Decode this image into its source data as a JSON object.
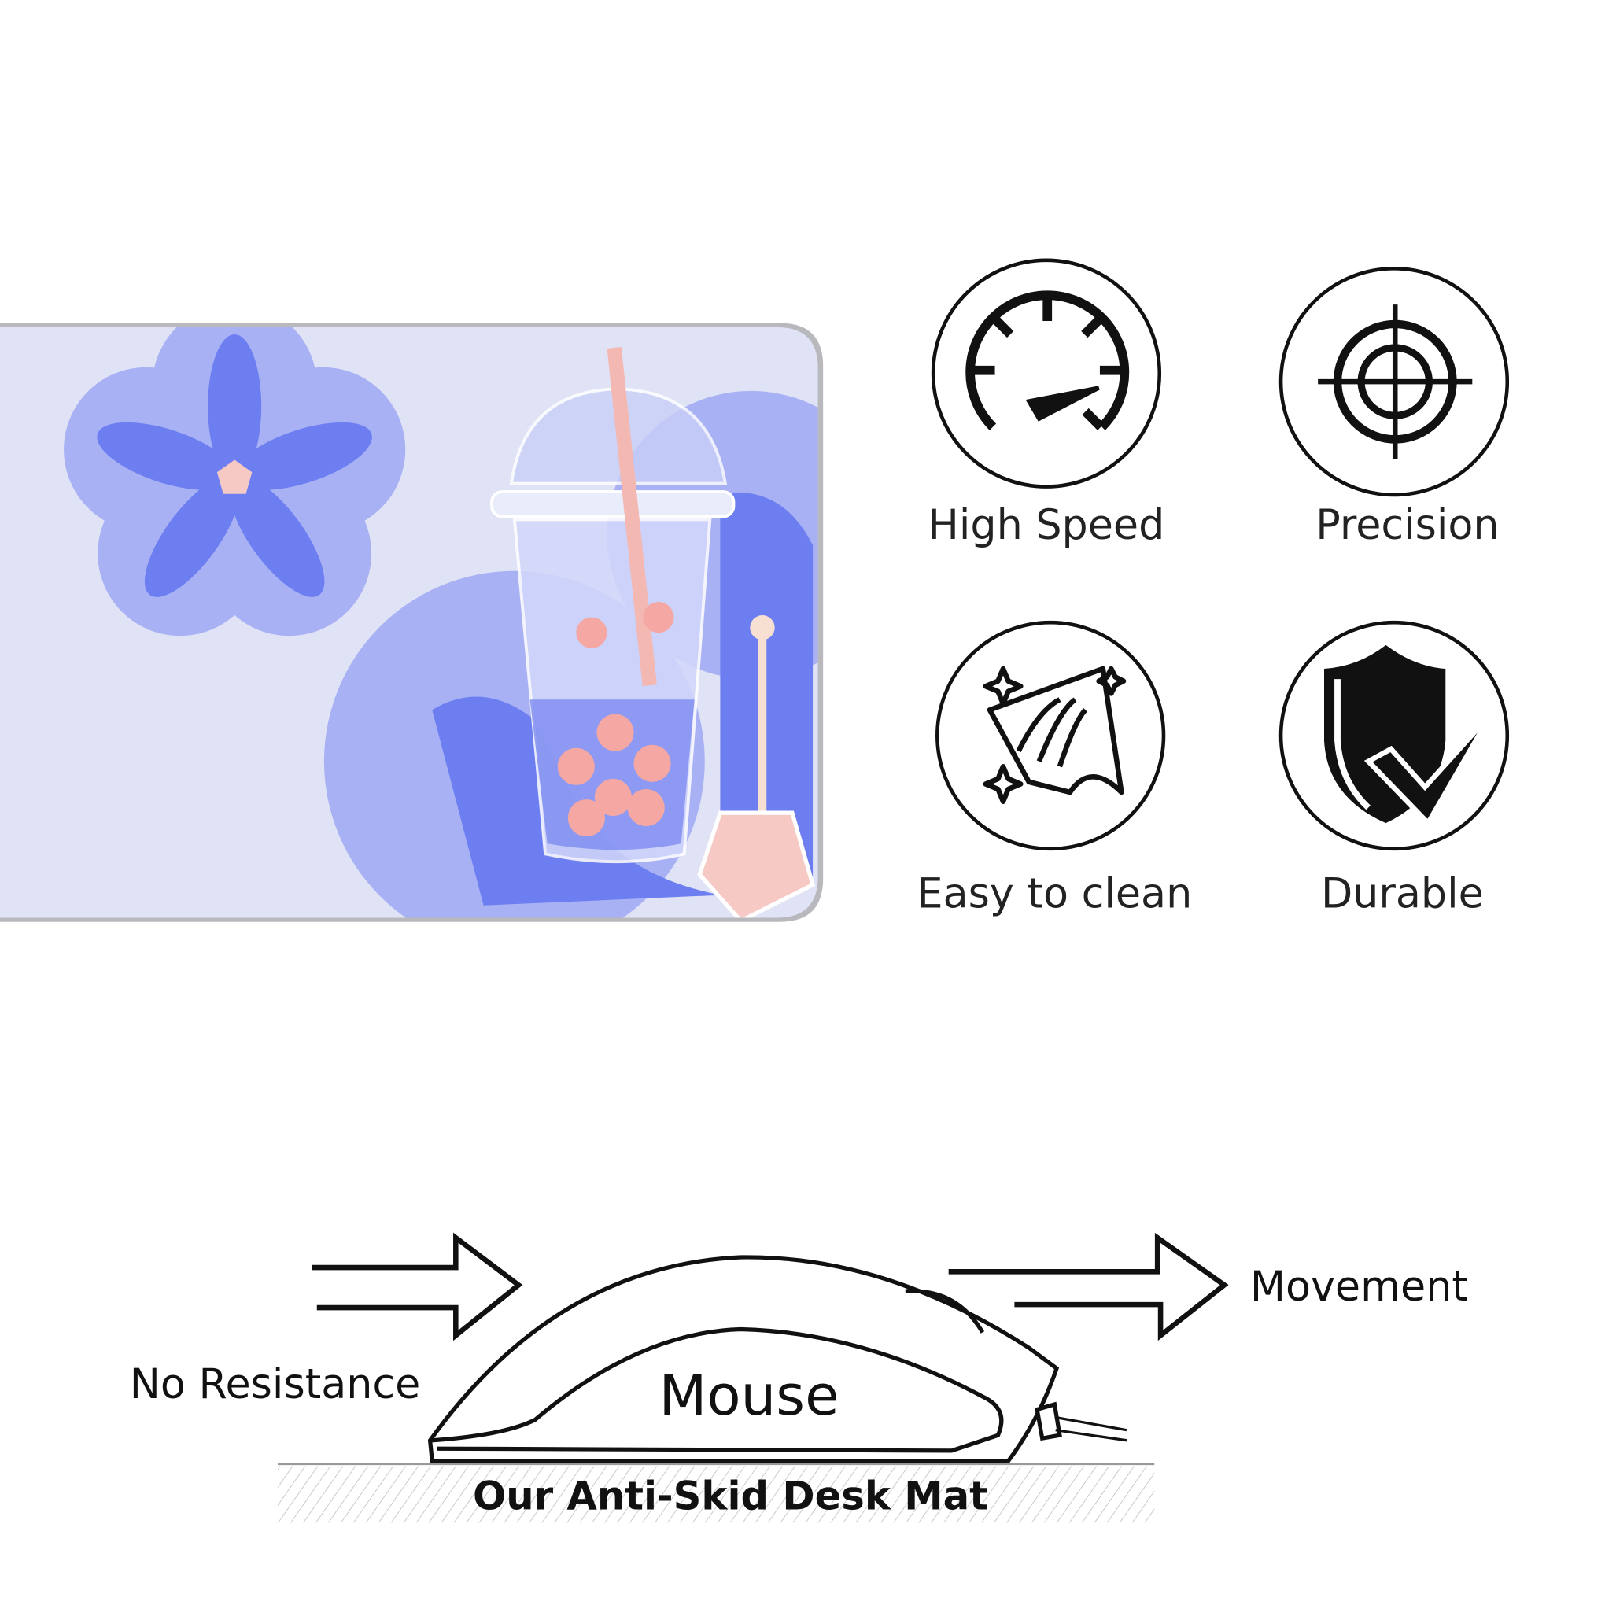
{
  "features": [
    {
      "label": "High Speed",
      "icon": "speedometer-icon"
    },
    {
      "label": "Precision",
      "icon": "crosshair-icon"
    },
    {
      "label": "Easy to clean",
      "icon": "wiping-hand-icon"
    },
    {
      "label": "Durable",
      "icon": "shield-check-icon"
    }
  ],
  "diagram": {
    "movement_label": "Movement",
    "no_resistance_label": "No Resistance",
    "mouse_label": "Mouse",
    "mat_label": "Our Anti-Skid Desk Mat"
  },
  "colors": {
    "mat_background": "#dfe3f5",
    "flower_light": "#a9b1f5",
    "flower_dark": "#6c7ef0",
    "accent_pink": "#f7c9c4"
  }
}
